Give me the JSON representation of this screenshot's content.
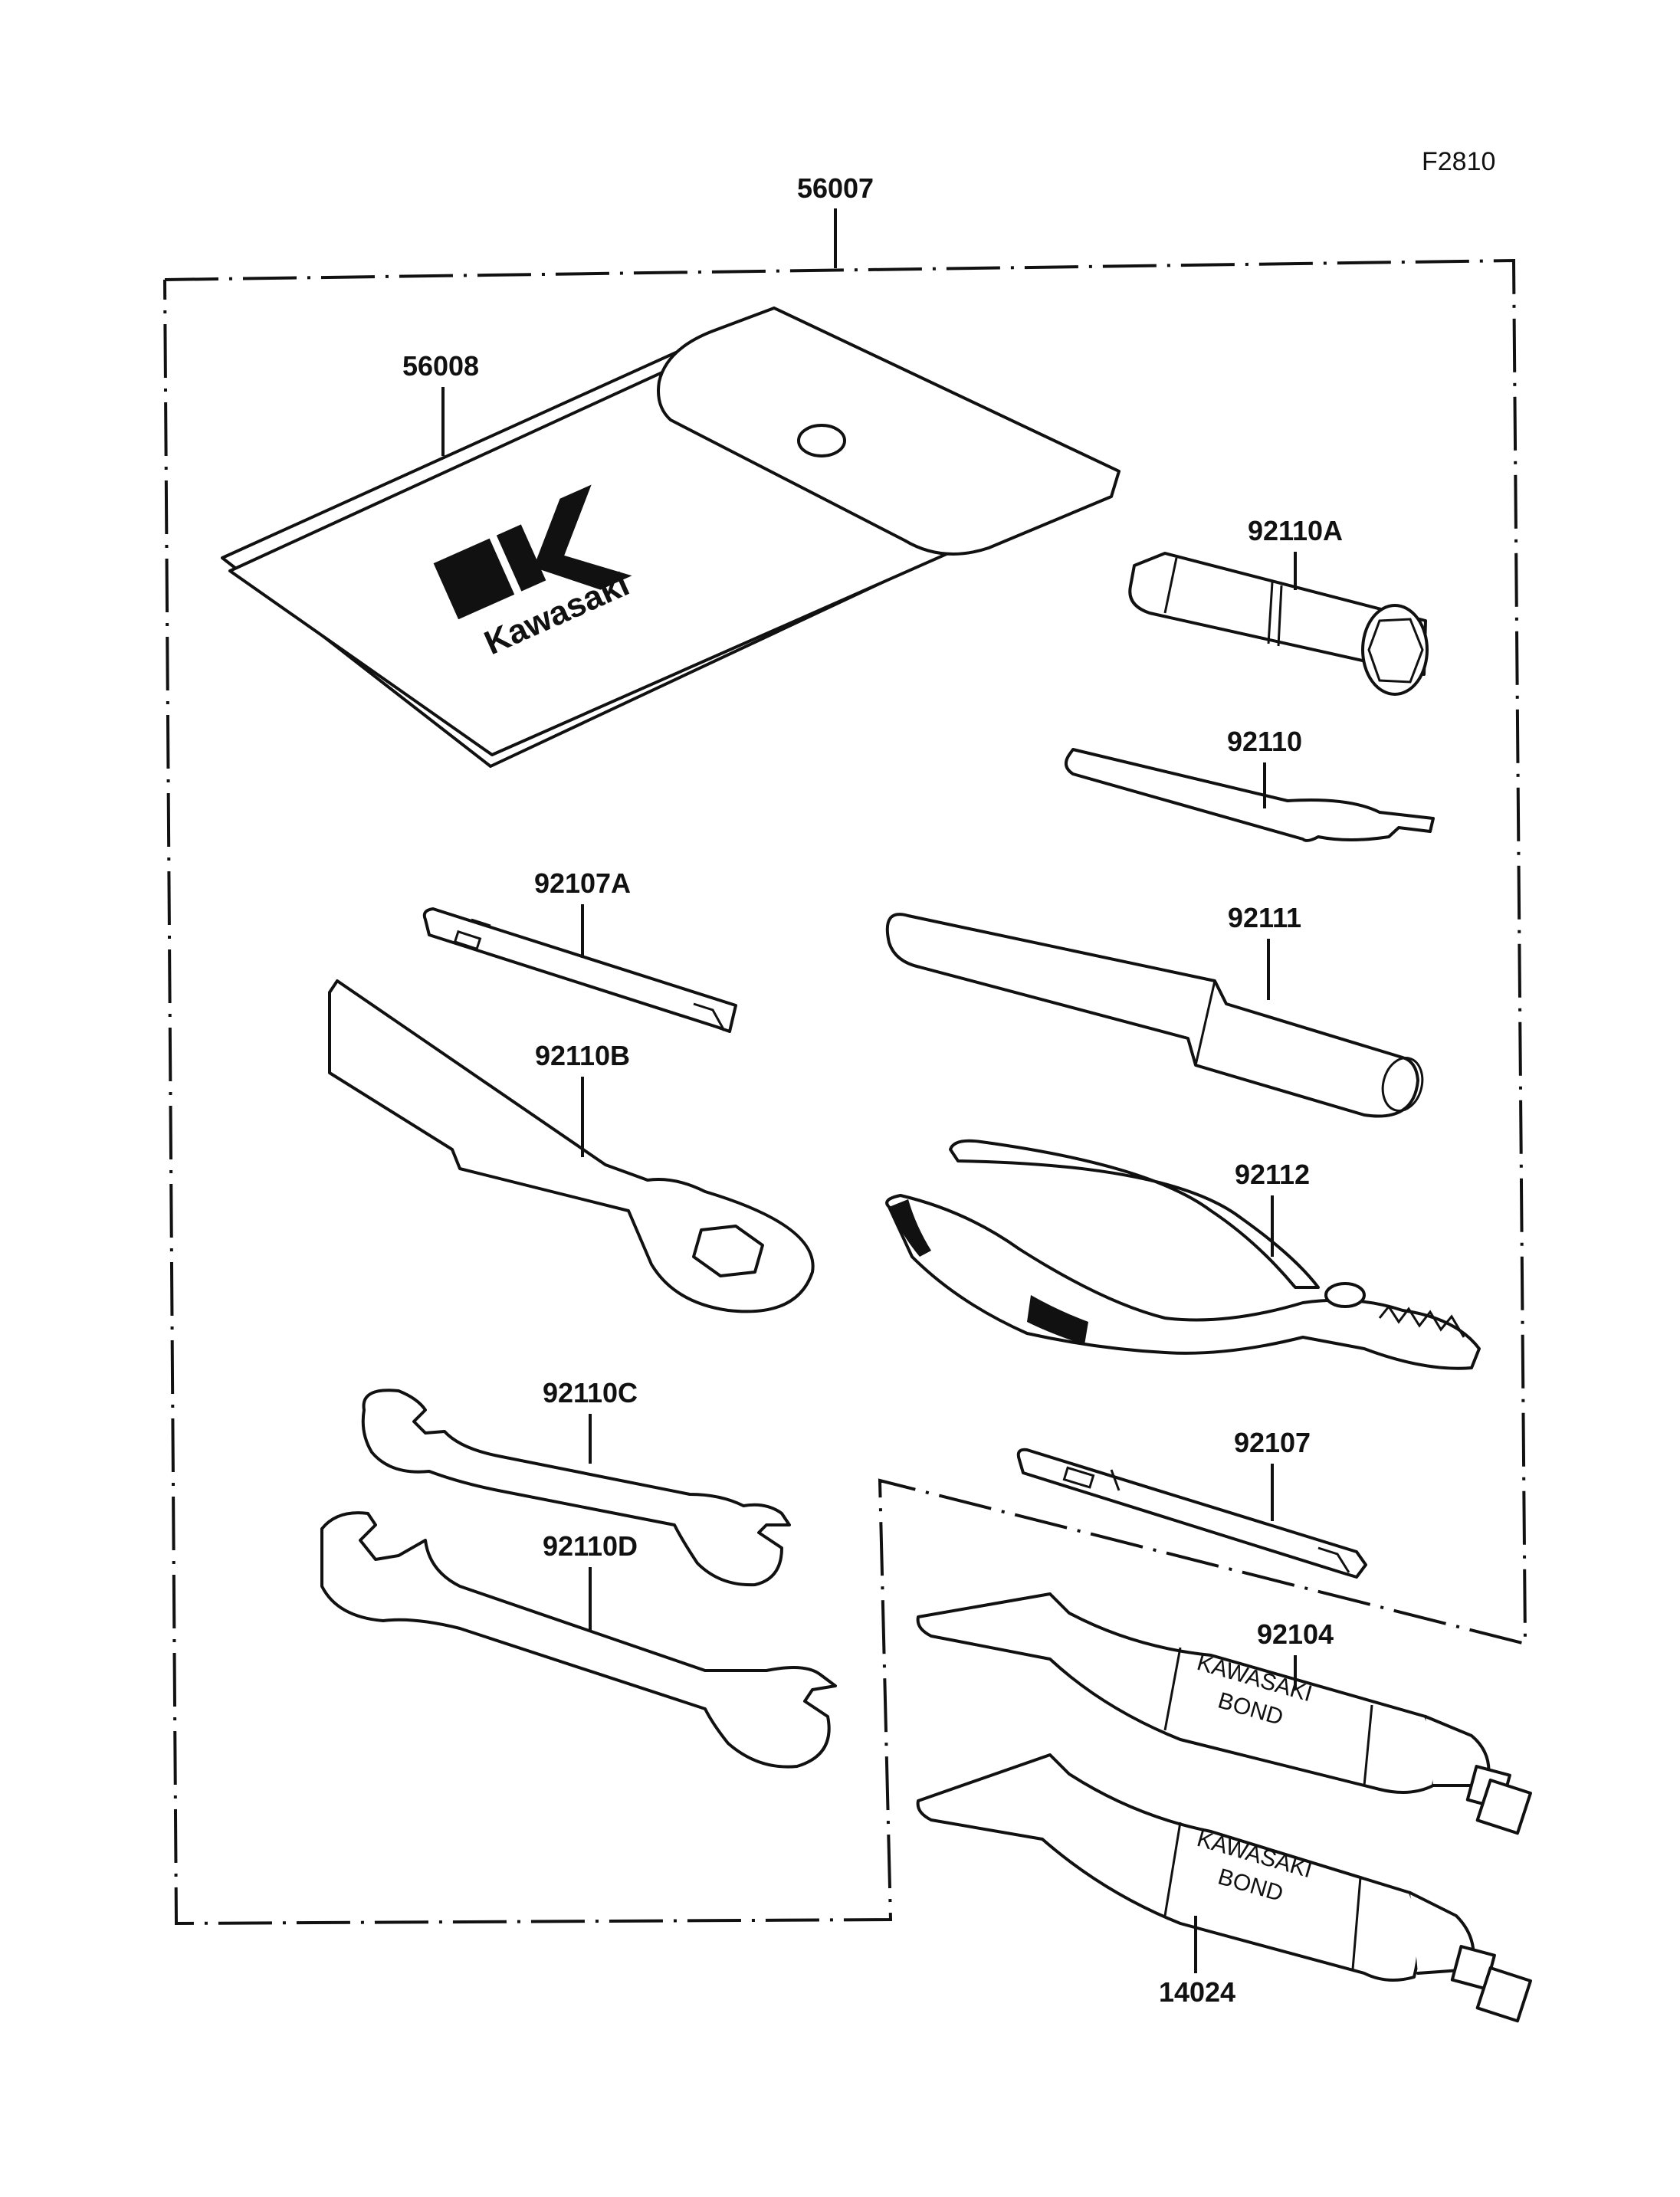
{
  "figure_code": "F2810",
  "parts": {
    "kit": "56007",
    "pouch": "56008",
    "plug_wrench": "92110A",
    "hook_wrench": "92110",
    "driver_small": "92107A",
    "handle": "92111",
    "box_wrench": "92110B",
    "pliers": "92112",
    "wrench_c": "92110C",
    "wrench_d": "92110D",
    "driver": "92107",
    "bond_upper": "92104",
    "bond_lower": "14024"
  },
  "pouch_logo": "Kawasaki",
  "tube_text": {
    "line1": "KAWASAKI",
    "line2": "BOND"
  }
}
